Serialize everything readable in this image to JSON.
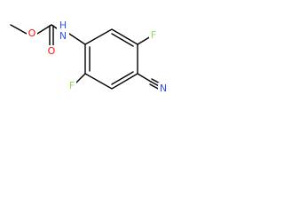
{
  "molecule": {
    "atom_labels": {
      "methyl_o": "O",
      "carbonyl_o": "O",
      "amide_n": "N",
      "amide_h": "H",
      "fluoro_top": "F",
      "fluoro_bottom": "F",
      "nitrile_n": "N"
    },
    "colors": {
      "bond": "#000000",
      "oxygen": "#ff0d0d",
      "nitrogen": "#3050f8",
      "fluorine": "#90e050",
      "background": "#ffffff"
    }
  }
}
